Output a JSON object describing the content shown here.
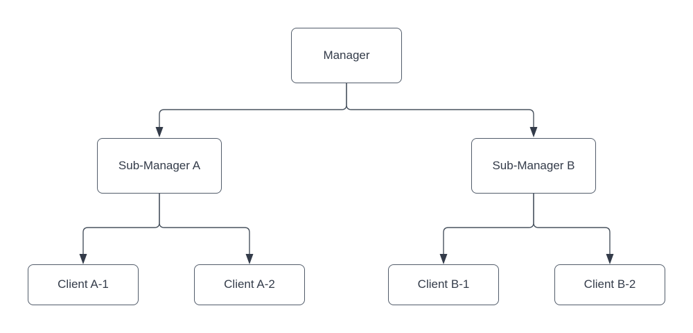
{
  "diagram": {
    "type": "org-chart-tree",
    "nodes": {
      "manager": {
        "label": "Manager"
      },
      "sub_manager_a": {
        "label": "Sub-Manager A"
      },
      "sub_manager_b": {
        "label": "Sub-Manager B"
      },
      "client_a1": {
        "label": "Client A-1"
      },
      "client_a2": {
        "label": "Client A-2"
      },
      "client_b1": {
        "label": "Client B-1"
      },
      "client_b2": {
        "label": "Client B-2"
      }
    },
    "edges": [
      {
        "from": "Manager",
        "to": "Sub-Manager A"
      },
      {
        "from": "Manager",
        "to": "Sub-Manager B"
      },
      {
        "from": "Sub-Manager A",
        "to": "Client A-1"
      },
      {
        "from": "Sub-Manager A",
        "to": "Client A-2"
      },
      {
        "from": "Sub-Manager B",
        "to": "Client B-1"
      },
      {
        "from": "Sub-Manager B",
        "to": "Client B-2"
      }
    ],
    "colors": {
      "background": "#ffffff",
      "node_fill": "#ffffff",
      "node_border": "#515b69",
      "connector": "#49535f",
      "arrowhead": "#333b49",
      "text": "#333b49"
    }
  }
}
